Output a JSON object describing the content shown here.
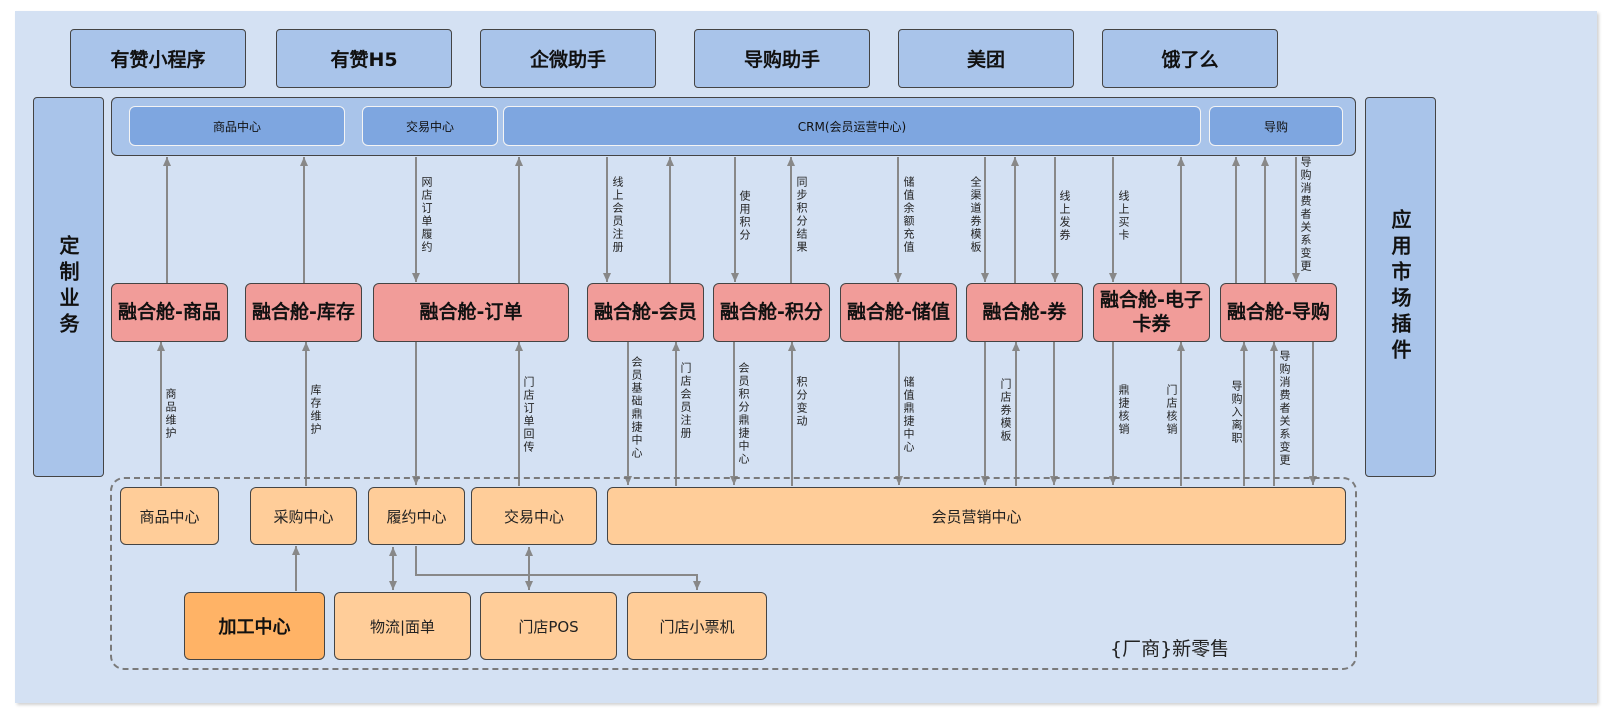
{
  "channels": [
    "有赞小程序",
    "有赞H5",
    "企微助手",
    "导购助手",
    "美团",
    "饿了么"
  ],
  "left_side": "定制业务",
  "right_side": "应用市场插件",
  "platform_modules": [
    "商品中心",
    "交易中心",
    "CRM(会员运营中心)",
    "导购"
  ],
  "fusion_modules": [
    "融合舱-商品",
    "融合舱-库存",
    "融合舱-订单",
    "融合舱-会员",
    "融合舱-积分",
    "融合舱-储值",
    "融合舱-券",
    "融合舱-电子卡券",
    "融合舱-导购"
  ],
  "backend_modules": [
    "商品中心",
    "采购中心",
    "履约中心",
    "交易中心",
    "会员营销中心"
  ],
  "bottom_modules": [
    "加工中心",
    "物流|面单",
    "门店POS",
    "门店小票机"
  ],
  "vendor_label": "{厂商}新零售",
  "upper_flow_labels": [
    "网店订单履约",
    "线上会员注册",
    "使用积分",
    "同步积分结果",
    "储值余额充值",
    "全渠道券模板",
    "线上发券",
    "线上买卡",
    "导购消费者关系变更"
  ],
  "lower_flow_labels": [
    "商品维护",
    "库存维护",
    "门店订单回传",
    "会员基础鼎捷中心",
    "门店会员注册",
    "会员积分鼎捷中心",
    "积分变动",
    "储值鼎捷中心",
    "门店券模板",
    "鼎捷核销",
    "门店核销",
    "导购入离职",
    "导购消费者关系变更"
  ],
  "colors": {
    "background": "#d4e1f3",
    "channel": "#a9c4ea",
    "platform_module": "#7ea6e0",
    "fusion": "#f19c99",
    "backend": "#ffcd99",
    "processing": "#ffb366",
    "arrow": "#888888"
  }
}
